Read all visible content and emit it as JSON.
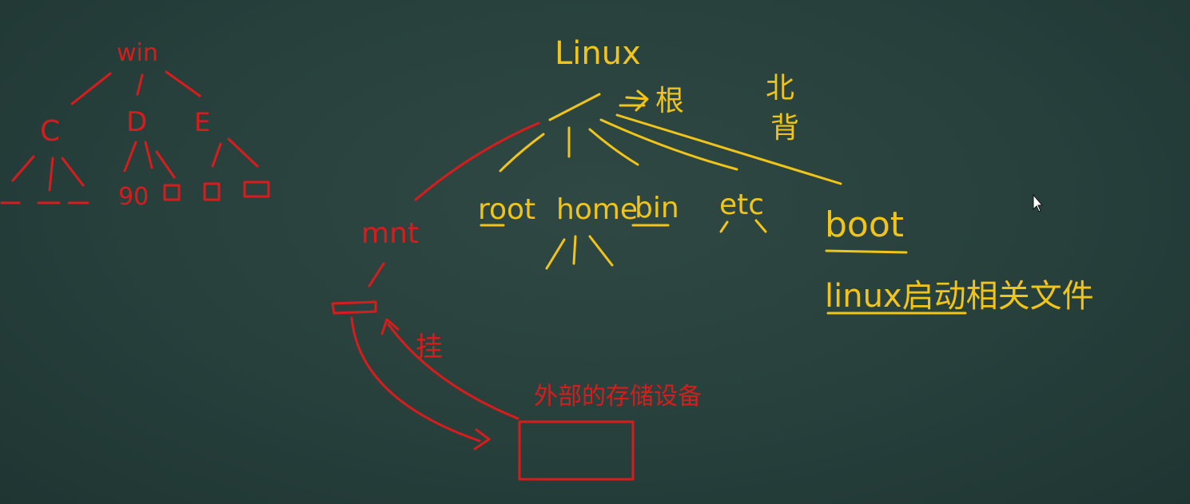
{
  "windows_tree": {
    "root": "win",
    "drives": [
      "C",
      "D",
      "E"
    ],
    "d_children": "90"
  },
  "linux_tree": {
    "root": "Linux",
    "root_note": "根",
    "back_note_top": "北",
    "back_note_bottom": "背",
    "dirs": [
      "root",
      "home",
      "bin",
      "etc",
      "boot"
    ],
    "mount": "mnt",
    "mount_action": "挂",
    "external_label": "外部的存储设备",
    "boot_note": "linux启动相关文件"
  },
  "colors": {
    "board": "#27403c",
    "red_chalk": "#d81c1c",
    "yellow_chalk": "#f0c419"
  },
  "icons": [
    "cursor-arrow-icon"
  ]
}
